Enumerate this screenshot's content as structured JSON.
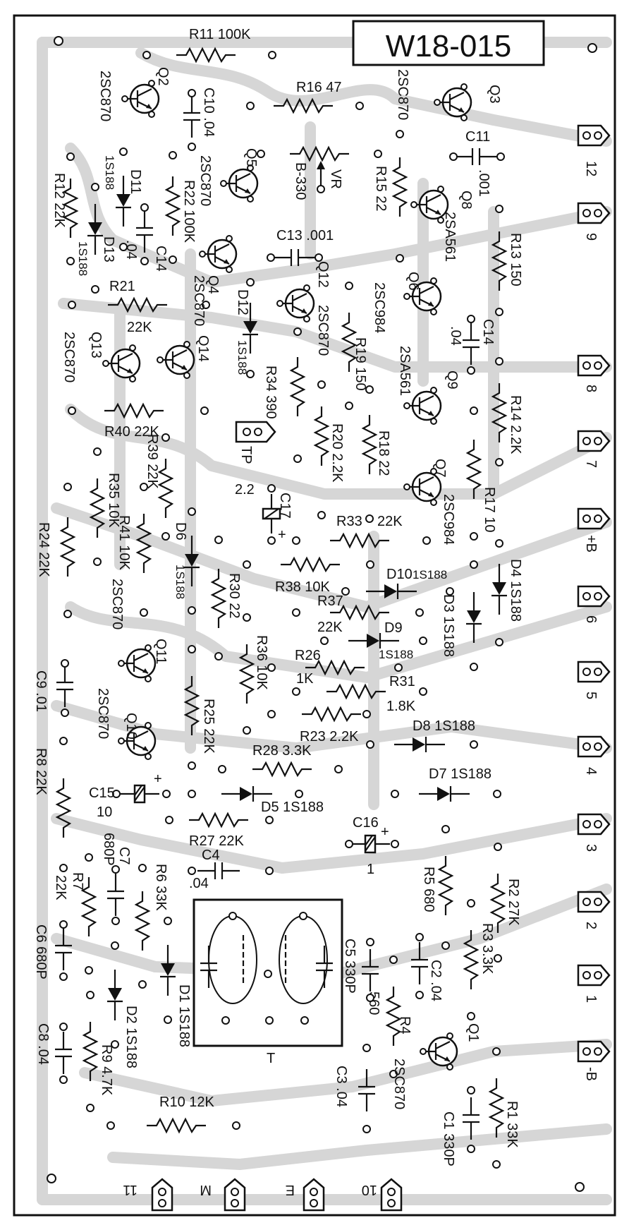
{
  "board_id": "W18-015",
  "components": {
    "R11": {
      "ref": "R11",
      "value": "100K"
    },
    "R16": {
      "ref": "R16",
      "value": "47"
    },
    "R12": {
      "ref": "R12",
      "value": "22K"
    },
    "R22": {
      "ref": "R22",
      "value": "100K"
    },
    "R15": {
      "ref": "R15",
      "value": "22"
    },
    "R13": {
      "ref": "R13",
      "value": "150"
    },
    "R21": {
      "ref": "R21",
      "value": "22K"
    },
    "R19": {
      "ref": "R19",
      "value": "150"
    },
    "R34": {
      "ref": "R34",
      "value": "390"
    },
    "R14": {
      "ref": "R14",
      "value": "2.2K"
    },
    "R40": {
      "ref": "R40",
      "value": "22K"
    },
    "R39": {
      "ref": "R39",
      "value": "22K"
    },
    "R20": {
      "ref": "R20",
      "value": "2.2K"
    },
    "R18": {
      "ref": "R18",
      "value": "22"
    },
    "R35": {
      "ref": "R35",
      "value": "10K"
    },
    "R41": {
      "ref": "R41",
      "value": "10K"
    },
    "R17": {
      "ref": "R17",
      "value": "10"
    },
    "R24": {
      "ref": "R24",
      "value": "22K"
    },
    "R33": {
      "ref": "R33",
      "value": "22K"
    },
    "R30": {
      "ref": "R30",
      "value": "22"
    },
    "R38": {
      "ref": "R38",
      "value": "10K"
    },
    "R37": {
      "ref": "R37",
      "value": "22K"
    },
    "R36": {
      "ref": "R36",
      "value": "10K"
    },
    "R26": {
      "ref": "R26",
      "value": "1K"
    },
    "R31": {
      "ref": "R31",
      "value": "1.8K"
    },
    "R25": {
      "ref": "R25",
      "value": "22K"
    },
    "R23": {
      "ref": "R23",
      "value": "2.2K"
    },
    "R28": {
      "ref": "R28",
      "value": "3.3K"
    },
    "R8": {
      "ref": "R8",
      "value": "22K"
    },
    "R27": {
      "ref": "R27",
      "value": "22K"
    },
    "R5": {
      "ref": "R5",
      "value": "680"
    },
    "R2": {
      "ref": "R2",
      "value": "27K"
    },
    "R6": {
      "ref": "R6",
      "value": "33K"
    },
    "R7": {
      "ref": "R7",
      "value": "22K"
    },
    "R3": {
      "ref": "R3",
      "value": "3.3K"
    },
    "R4": {
      "ref": "R4",
      "value": "560"
    },
    "R9": {
      "ref": "R9",
      "value": "4.7K"
    },
    "R10": {
      "ref": "R10",
      "value": "12K"
    },
    "R1": {
      "ref": "R1",
      "value": "33K"
    },
    "C10": {
      "ref": "C10",
      "value": ".04"
    },
    "C11": {
      "ref": "C11",
      "value": ".001"
    },
    "C14a": {
      "ref": "C14",
      "value": ".04"
    },
    "C13": {
      "ref": "C13",
      "value": ".001"
    },
    "C14b": {
      "ref": "C14",
      "value": ".04"
    },
    "C17": {
      "ref": "C17",
      "value": "2.2"
    },
    "C9": {
      "ref": "C9",
      "value": ".01"
    },
    "C15": {
      "ref": "C15",
      "value": "10"
    },
    "C16": {
      "ref": "C16",
      "value": "1"
    },
    "C7": {
      "ref": "C7",
      "value": "680P"
    },
    "C4": {
      "ref": "C4",
      "value": ".04"
    },
    "C6": {
      "ref": "C6",
      "value": "680P"
    },
    "C5": {
      "ref": "C5",
      "value": "330P"
    },
    "C2": {
      "ref": "C2",
      "value": ".04"
    },
    "C8": {
      "ref": "C8",
      "value": ".04"
    },
    "C3": {
      "ref": "C3",
      "value": ".04"
    },
    "C1": {
      "ref": "C1",
      "value": "330P"
    },
    "D11": {
      "ref": "D11",
      "value": "1S188"
    },
    "D13": {
      "ref": "D13",
      "value": "1S188"
    },
    "D12": {
      "ref": "D12",
      "value": "1S188"
    },
    "D6": {
      "ref": "D6",
      "value": "1S188"
    },
    "D10": {
      "ref": "D10",
      "value": "1S188"
    },
    "D4": {
      "ref": "D4",
      "value": "1S188"
    },
    "D3": {
      "ref": "D3",
      "value": "1S188"
    },
    "D9": {
      "ref": "D9",
      "value": "1S188"
    },
    "D8": {
      "ref": "D8",
      "value": "1S188"
    },
    "D7": {
      "ref": "D7",
      "value": "1S188"
    },
    "D5": {
      "ref": "D5",
      "value": "1S188"
    },
    "D1": {
      "ref": "D1",
      "value": "1S188"
    },
    "D2": {
      "ref": "D2",
      "value": "1S188"
    },
    "Q2": {
      "ref": "Q2",
      "type": "2SC870"
    },
    "Q3": {
      "ref": "Q3",
      "type": "2SC870"
    },
    "Q5": {
      "ref": "Q5",
      "type": "2SC870"
    },
    "Q8": {
      "ref": "Q8",
      "type": "2SA561"
    },
    "Q4": {
      "ref": "Q4",
      "type": "2SC870"
    },
    "Q12": {
      "ref": "Q12",
      "type": "2SC870"
    },
    "Q6": {
      "ref": "Q6",
      "type": "2SC984"
    },
    "Q13": {
      "ref": "Q13",
      "type": "2SC870"
    },
    "Q14": {
      "ref": "Q14",
      "type": "2SC870"
    },
    "Q9": {
      "ref": "Q9",
      "type": "2SA561"
    },
    "Q7": {
      "ref": "Q7",
      "type": "2SC984"
    },
    "Q11": {
      "ref": "Q11",
      "type": "2SC870"
    },
    "Q10": {
      "ref": "Q10",
      "type": "2SC870"
    },
    "Q1": {
      "ref": "Q1",
      "type": "2SC870"
    },
    "VR": {
      "ref": "VR",
      "value": "B-330"
    },
    "T": {
      "ref": "T"
    },
    "TP": {
      "ref": "TP"
    }
  },
  "terminals": {
    "t12": "12",
    "t9": "9",
    "t8": "8",
    "t7": "7",
    "tB": "+B",
    "t6": "6",
    "t5": "5",
    "t4": "4",
    "t3": "3",
    "t2": "2",
    "t1": "1",
    "tmB": "-B",
    "t11": "11",
    "tM": "M",
    "tE": "E",
    "t10": "10"
  }
}
